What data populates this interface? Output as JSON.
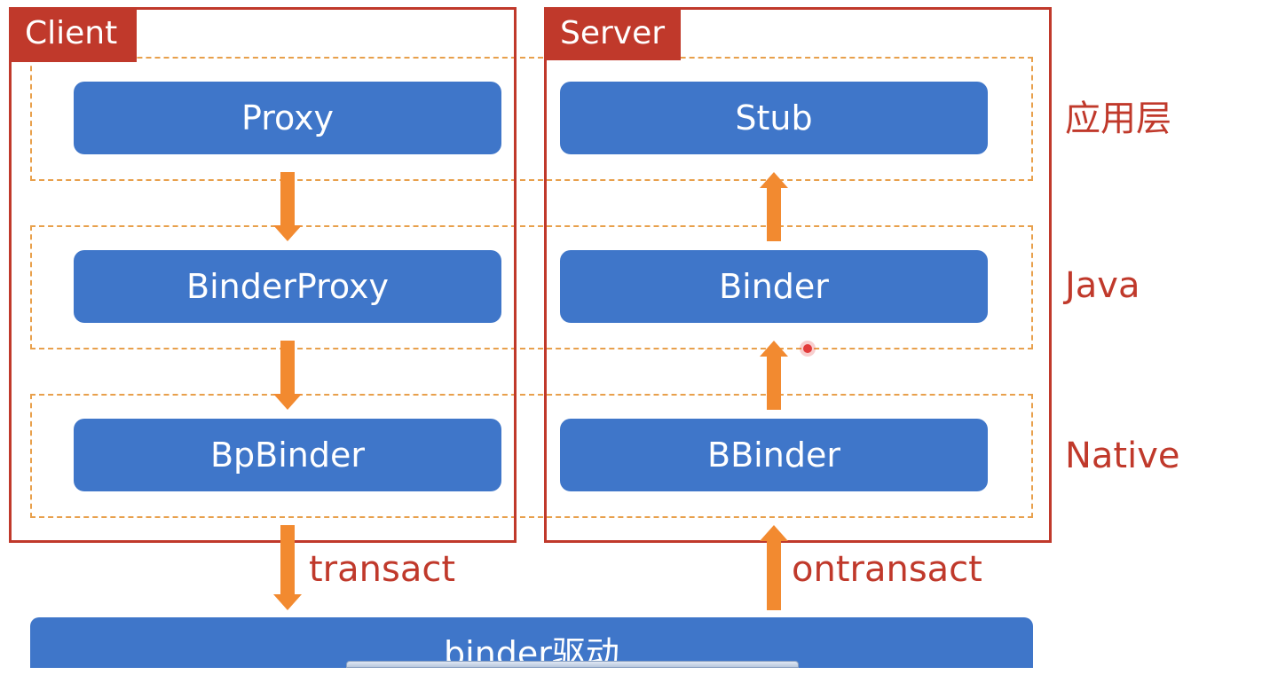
{
  "groups": {
    "client": {
      "label": "Client"
    },
    "server": {
      "label": "Server"
    }
  },
  "layers": {
    "app": "应用层",
    "java": "Java",
    "native": "Native"
  },
  "client_blocks": {
    "proxy": "Proxy",
    "binder_proxy": "BinderProxy",
    "bp_binder": "BpBinder"
  },
  "server_blocks": {
    "stub": "Stub",
    "binder": "Binder",
    "b_binder": "BBinder"
  },
  "calls": {
    "transact": "transact",
    "ontransact": "ontransact"
  },
  "driver": {
    "label": "binder驱动"
  },
  "colors": {
    "frame_red": "#c0392b",
    "block_blue": "#3f76c9",
    "arrow_orange": "#f28a30",
    "band_dash": "#e8a04c"
  },
  "icons": {
    "flow_arrow": "arrow-icon"
  }
}
